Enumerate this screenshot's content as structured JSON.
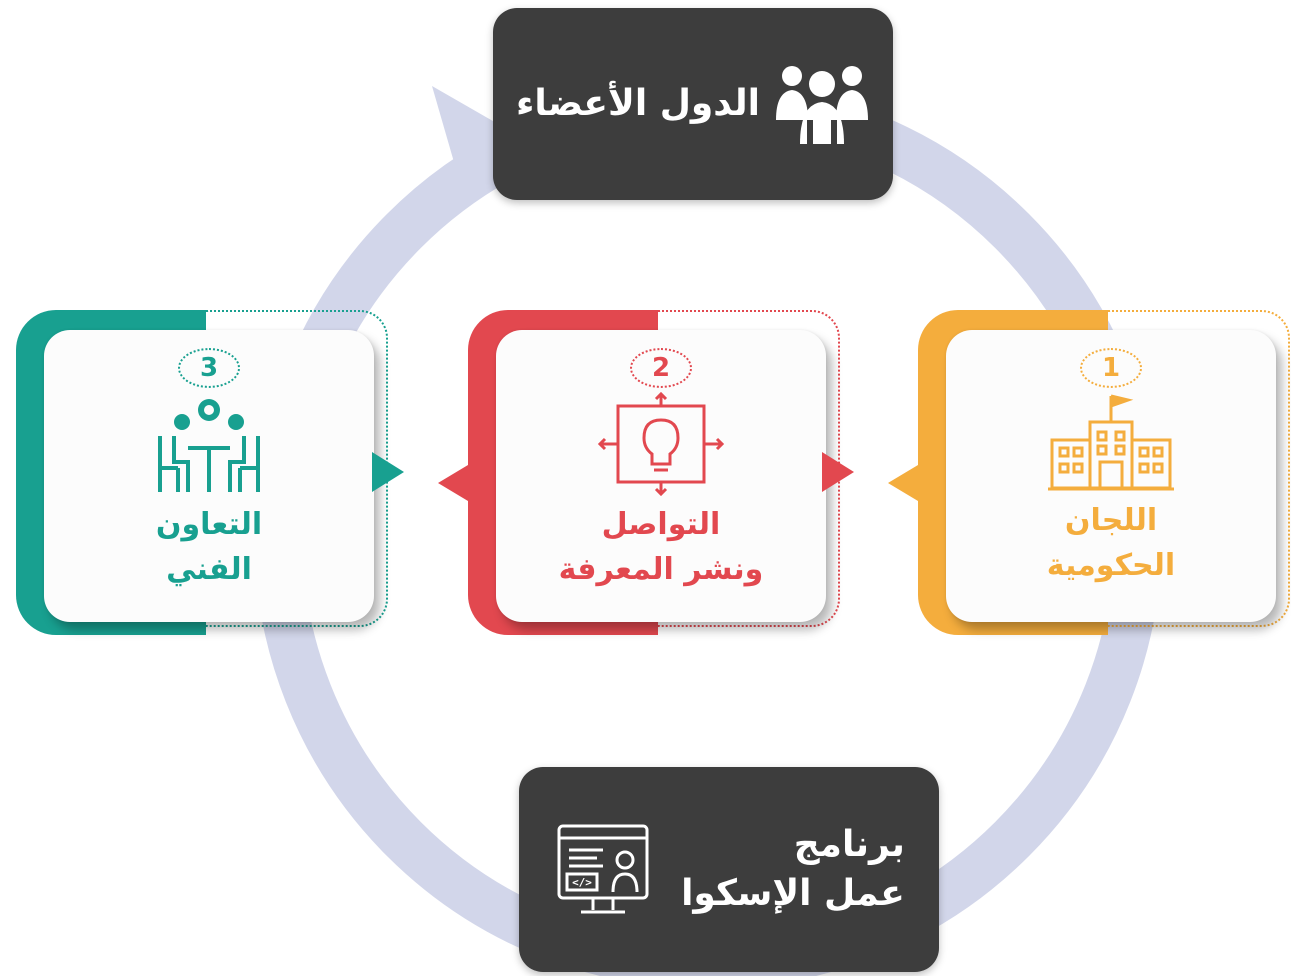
{
  "top_node": {
    "label": "الدول الأعضاء",
    "icon": "people-group-icon"
  },
  "bottom_node": {
    "label_line1": "برنامج",
    "label_line2": "عمل الإسكوا",
    "icon": "computer-screen-user-icon"
  },
  "stages": [
    {
      "number": "1",
      "label_line1": "اللجان",
      "label_line2": "الحكومية",
      "icon": "government-building-icon",
      "color": "#f4ad3d"
    },
    {
      "number": "2",
      "label_line1": "التواصل",
      "label_line2": "ونشر المعرفة",
      "icon": "lightbulb-idea-icon",
      "color": "#e2484f"
    },
    {
      "number": "3",
      "label_line1": "التعاون",
      "label_line2": "الفني",
      "icon": "meeting-gear-icon",
      "color": "#18a090"
    }
  ],
  "colors": {
    "ring": "#d2d6ea",
    "dark_box": "#3d3d3d"
  }
}
